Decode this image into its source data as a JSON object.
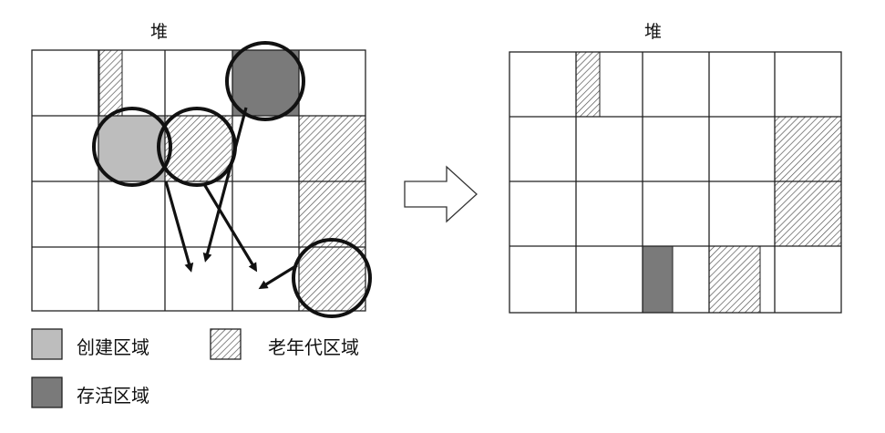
{
  "left_heap": {
    "title": "堆"
  },
  "right_heap": {
    "title": "堆"
  },
  "legend": {
    "eden": {
      "label": "创建区域",
      "color": "#bdbdbd",
      "pattern": "solid"
    },
    "old": {
      "label": "老年代区域",
      "color": "#555555",
      "pattern": "hatch"
    },
    "survivor": {
      "label": "存活区域",
      "color": "#7a7a7a",
      "pattern": "solid"
    }
  },
  "transition_arrow": {
    "icon": "hollow-right-arrow"
  }
}
